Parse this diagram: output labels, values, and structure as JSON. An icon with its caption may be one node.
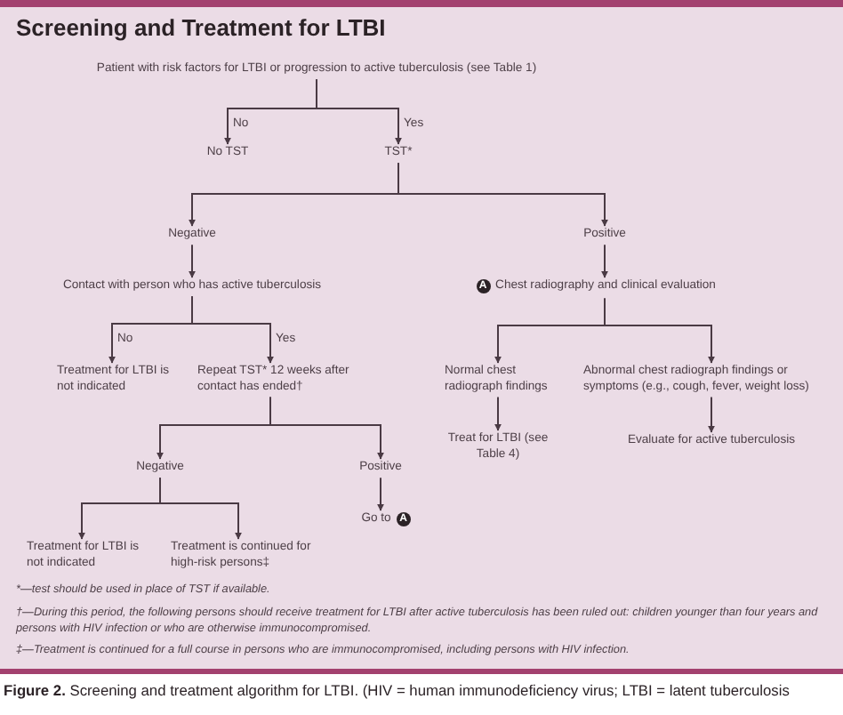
{
  "diagram": {
    "title": "Screening and Treatment for LTBI",
    "caption": "**Figure 2.** Screening and treatment algorithm for LTBI. (HIV = human immunodeficiency virus; LTBI = latent tuberculosis",
    "nodes": [
      {
        "text": [
          "Patient with risk factors for LTBI or progression to active tuberculosis (see Table 1)"
        ]
      },
      {
        "text": [
          "No TST"
        ]
      },
      {
        "text": [
          "TST*"
        ]
      },
      {
        "text": [
          "Negative"
        ]
      },
      {
        "text": [
          "Positive"
        ]
      },
      {
        "text": [
          "Contact with person who has active tuberculosis"
        ]
      },
      {
        "text": [
          "Treatment for LTBI is not indicated"
        ]
      },
      {
        "text": [
          "Repeat TST* 12 weeks after contact has ended†"
        ]
      },
      {
        "text": [
          "Negative"
        ]
      },
      {
        "text": [
          "Positive"
        ]
      },
      {
        "text": [
          "Treatment for LTBI is not indicated"
        ]
      },
      {
        "text": [
          "Treatment is continued for high-risk persons‡"
        ]
      },
      {
        "text": [
          "Go to",
          "A"
        ]
      },
      {
        "text": [
          "A",
          "Chest radiography and clinical evaluation"
        ]
      },
      {
        "text": [
          "Normal chest radiograph findings"
        ]
      },
      {
        "text": [
          "Abnormal chest radiograph findings or symptoms (e.g., cough, fever, weight loss)"
        ]
      },
      {
        "text": [
          "Treat for LTBI (see Table 4)"
        ]
      },
      {
        "text": [
          "Evaluate for active tuberculosis"
        ]
      }
    ],
    "edges": [
      {
        "from": 0,
        "to": 1,
        "arrow": "to",
        "label": "No"
      },
      {
        "from": 0,
        "to": 2,
        "arrow": "to",
        "label": "Yes"
      },
      {
        "from": 2,
        "to": 3,
        "arrow": "to"
      },
      {
        "from": 2,
        "to": 4,
        "arrow": "to"
      },
      {
        "from": 3,
        "to": 5,
        "arrow": "to"
      },
      {
        "from": 5,
        "to": 6,
        "arrow": "to",
        "label": "No"
      },
      {
        "from": 5,
        "to": 7,
        "arrow": "to",
        "label": "Yes"
      },
      {
        "from": 7,
        "to": 8,
        "arrow": "to"
      },
      {
        "from": 7,
        "to": 9,
        "arrow": "to"
      },
      {
        "from": 8,
        "to": 10,
        "arrow": "to"
      },
      {
        "from": 8,
        "to": 11,
        "arrow": "to"
      },
      {
        "from": 9,
        "to": 12,
        "arrow": "to"
      },
      {
        "from": 4,
        "to": 13,
        "arrow": "to"
      },
      {
        "from": 13,
        "to": 14,
        "arrow": "to"
      },
      {
        "from": 13,
        "to": 15,
        "arrow": "to"
      },
      {
        "from": 14,
        "to": 16,
        "arrow": "to"
      },
      {
        "from": 15,
        "to": 17,
        "arrow": "to"
      }
    ],
    "labels": [
      "*—test should be used in place of TST if available.",
      "†—During this period, the following persons should receive treatment for LTBI after active tuberculosis has been ruled out: children younger than four years and persons with HIV infection or who are otherwise immunocompromised.",
      "‡—Treatment is continued for a full course in persons who are immunocompromised, including persons with HIV infection."
    ]
  }
}
